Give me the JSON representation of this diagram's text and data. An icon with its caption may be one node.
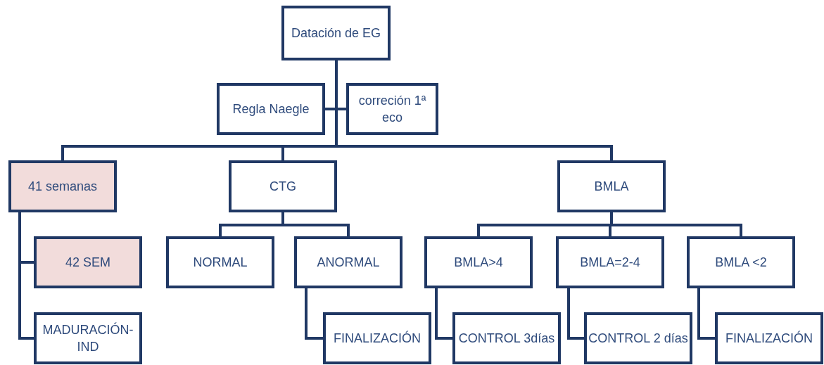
{
  "diagram": {
    "nodes": [
      {
        "text": [
          "Datación de EG"
        ]
      },
      {
        "text": [
          "Regla Naegle"
        ]
      },
      {
        "text": [
          "correción 1ª eco"
        ]
      },
      {
        "text": [
          "41 semanas"
        ]
      },
      {
        "text": [
          "CTG"
        ]
      },
      {
        "text": [
          "BMLA"
        ]
      },
      {
        "text": [
          "42 SEM"
        ]
      },
      {
        "text": [
          "MADURACIÓN-IND"
        ]
      },
      {
        "text": [
          "NORMAL"
        ]
      },
      {
        "text": [
          "ANORMAL"
        ]
      },
      {
        "text": [
          "FINALIZACIÓN"
        ]
      },
      {
        "text": [
          "BMLA>4"
        ]
      },
      {
        "text": [
          "BMLA=2-4"
        ]
      },
      {
        "text": [
          "BMLA <2"
        ]
      },
      {
        "text": [
          "CONTROL 3días"
        ]
      },
      {
        "text": [
          "CONTROL 2 días"
        ]
      },
      {
        "text": [
          "FINALIZACIÓN"
        ]
      }
    ],
    "edges": [
      {
        "from": 0,
        "to": 1,
        "arrow": "none"
      },
      {
        "from": 0,
        "to": 2,
        "arrow": "none"
      },
      {
        "from": 0,
        "to": 3,
        "arrow": "none"
      },
      {
        "from": 0,
        "to": 4,
        "arrow": "none"
      },
      {
        "from": 0,
        "to": 5,
        "arrow": "none"
      },
      {
        "from": 3,
        "to": 6,
        "arrow": "none"
      },
      {
        "from": 3,
        "to": 7,
        "arrow": "none"
      },
      {
        "from": 4,
        "to": 8,
        "arrow": "none"
      },
      {
        "from": 4,
        "to": 9,
        "arrow": "none"
      },
      {
        "from": 9,
        "to": 10,
        "arrow": "none"
      },
      {
        "from": 5,
        "to": 11,
        "arrow": "none"
      },
      {
        "from": 5,
        "to": 12,
        "arrow": "none"
      },
      {
        "from": 5,
        "to": 13,
        "arrow": "none"
      },
      {
        "from": 11,
        "to": 14,
        "arrow": "none"
      },
      {
        "from": 12,
        "to": 15,
        "arrow": "none"
      },
      {
        "from": 13,
        "to": 16,
        "arrow": "none"
      }
    ]
  }
}
